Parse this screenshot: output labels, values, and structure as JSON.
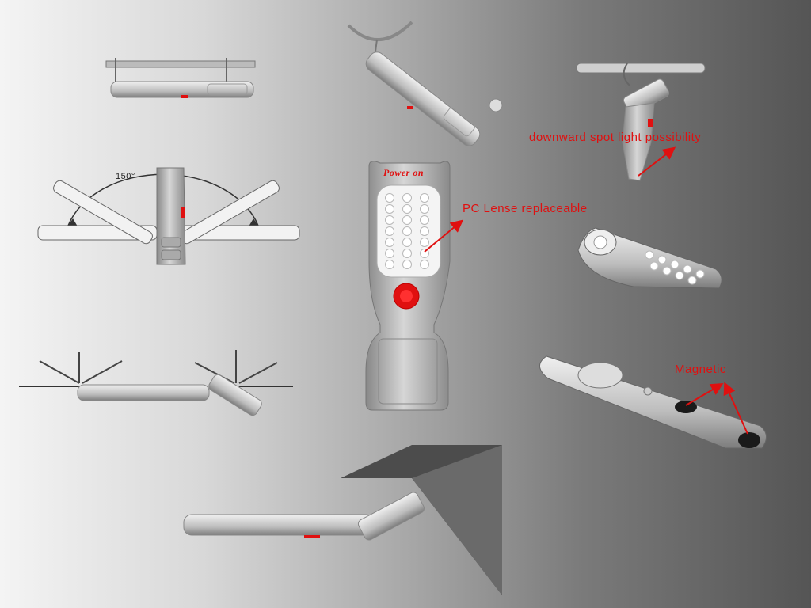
{
  "colors": {
    "accent_red": "#e01010",
    "body_gray": "#c8c8c8",
    "lens_white": "#f4f4f4"
  },
  "labels": {
    "angle": "150°",
    "power": "Power on",
    "lens": "PC Lense replaceable",
    "spot": "downward spot light possibility",
    "magnetic": "Magnetic"
  }
}
